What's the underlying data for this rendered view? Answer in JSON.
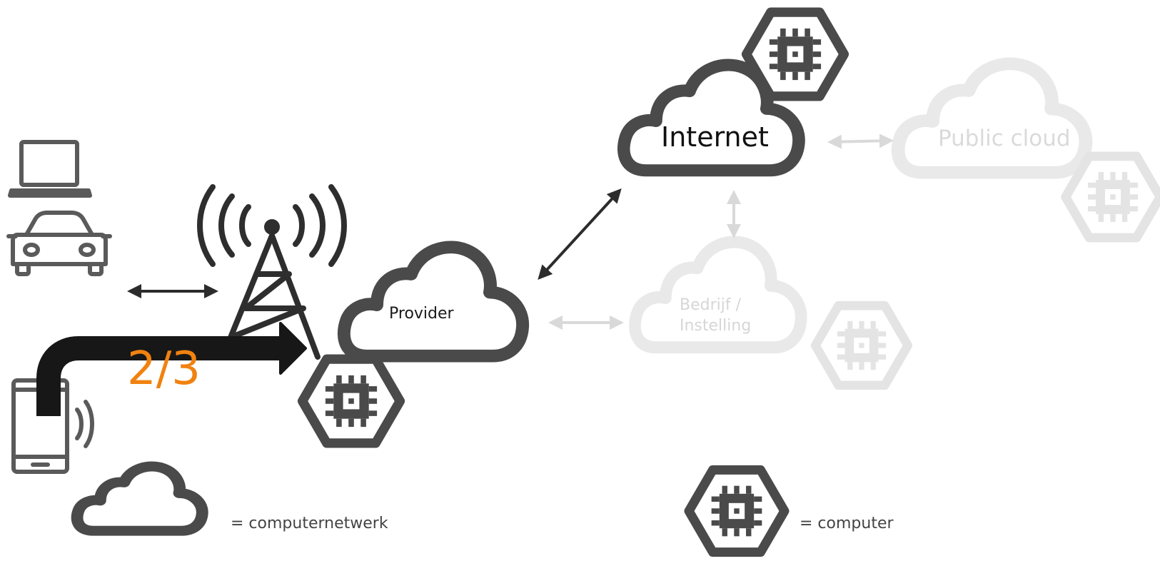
{
  "nodes": {
    "provider": "Provider",
    "internet": "Internet",
    "public_cloud": "Public cloud",
    "company_line1": "Bedrijf /",
    "company_line2": "Instelling"
  },
  "step_indicator": "2/3",
  "legend": {
    "network": "= computernetwerk",
    "computer": "= computer"
  },
  "colors": {
    "icon": "#4a4a4a",
    "dark": "#2c2c2c",
    "faded": "#e6e6e6",
    "accent": "#f0820f"
  },
  "icons": [
    "laptop-icon",
    "car-icon",
    "smartphone-icon",
    "radio-tower-icon",
    "cloud-icon",
    "computer-chip-icon"
  ]
}
